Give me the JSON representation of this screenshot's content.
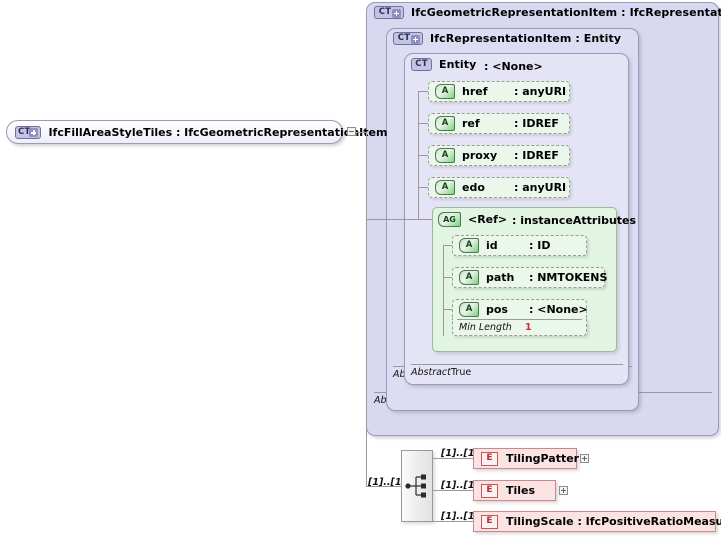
{
  "diagram": {
    "kind": "xsd-schema-diagram",
    "root_node": {
      "badge": "CT",
      "badge_icon": "complex-type-plus-icon",
      "label": "IfcFillAreaStyleTiles : IfcGeometricRepresentationItem"
    },
    "containers": [
      {
        "badge": "CT",
        "badge_icon": "complex-type-plus-icon",
        "label": "IfcGeometricRepresentationItem : IfcRepresentationItem",
        "abstract_label": "Abstract",
        "abstract_value": "True"
      },
      {
        "badge": "CT",
        "badge_icon": "complex-type-plus-icon",
        "label": "IfcRepresentationItem : Entity",
        "abstract_label": "Abstract",
        "abstract_value": "True"
      },
      {
        "badge": "CT",
        "badge_icon": "complex-type-icon",
        "name": "Entity",
        "type": ": <None>",
        "abstract_label": "Abstract",
        "abstract_value": "True"
      }
    ],
    "attributes": [
      {
        "badge": "A",
        "badge_icon": "attribute-icon",
        "name": "href",
        "type": ": anyURI"
      },
      {
        "badge": "A",
        "badge_icon": "attribute-icon",
        "name": "ref",
        "type": ": IDREF"
      },
      {
        "badge": "A",
        "badge_icon": "attribute-icon",
        "name": "proxy",
        "type": ": IDREF"
      },
      {
        "badge": "A",
        "badge_icon": "attribute-icon",
        "name": "edo",
        "type": ": anyURI"
      }
    ],
    "attribute_group": {
      "badge": "AG",
      "badge_icon": "attribute-group-icon",
      "name": "<Ref>",
      "type": ": instanceAttributes",
      "attributes": [
        {
          "badge": "A",
          "badge_icon": "attribute-icon",
          "name": "id",
          "type": ": ID"
        },
        {
          "badge": "A",
          "badge_icon": "attribute-icon",
          "name": "path",
          "type": ": NMTOKENS"
        },
        {
          "badge": "A",
          "badge_icon": "attribute-icon",
          "name": "pos",
          "type": ": <None>"
        }
      ],
      "facet": {
        "label": "Min Length",
        "value": "1"
      }
    },
    "sequence": {
      "icon": "sequence-compositor-icon",
      "cardinality": "[1]..[1]",
      "elements": [
        {
          "badge": "E",
          "badge_icon": "element-icon",
          "cardinality": "[1]..[1]",
          "label": "TilingPattern",
          "expandable": true
        },
        {
          "badge": "E",
          "badge_icon": "element-icon",
          "cardinality": "[1]..[1]",
          "label": "Tiles",
          "expandable": true
        },
        {
          "badge": "E",
          "badge_icon": "element-icon",
          "cardinality": "[1]..[1]",
          "label": "TilingScale : IfcPositiveRatioMeasure",
          "expandable": false
        }
      ]
    },
    "colors": {
      "complex_type_fill": "#d8d8f0",
      "attribute_fill": "#eaf7ea",
      "element_fill": "#fbe3e3",
      "facet_value": "#d03030"
    }
  }
}
